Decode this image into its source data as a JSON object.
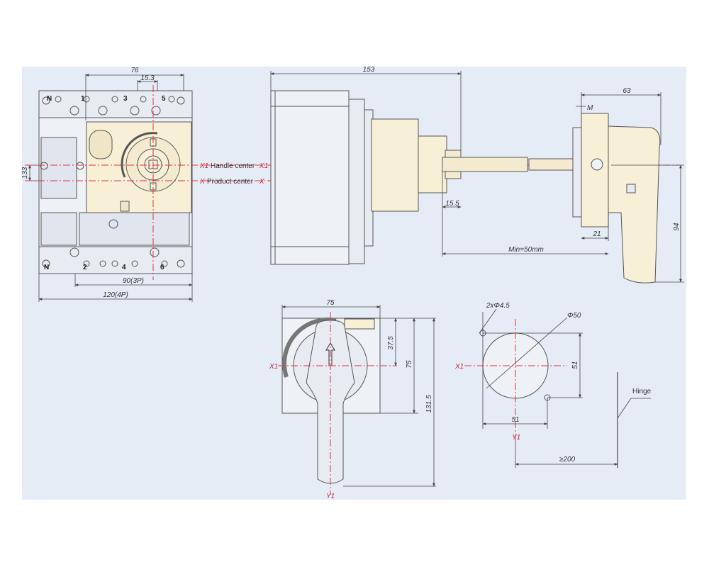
{
  "colors": {
    "background_panel": "#e6ecf6",
    "body_fill": "#f8f0d6",
    "line": "#555555",
    "centerline": "#dd3344",
    "dimension": "#444444"
  },
  "front_view": {
    "dim_top": "76",
    "dim_small": "15.3",
    "dim_left": "133",
    "dim_3p": "90(3P)",
    "dim_4p": "120(4P)",
    "pole_top": [
      "N",
      "1",
      "3",
      "5"
    ],
    "pole_bottom": [
      "N",
      "2",
      "4",
      "6"
    ],
    "handle_center_mark": "X1",
    "handle_center_label": "Handle center",
    "handle_center_mark_right": "X1",
    "product_center_mark": "X",
    "product_center_label": "Product center",
    "product_center_mark_right": "X"
  },
  "side_view": {
    "dim_overall": "153",
    "dim_shaft": "15.5",
    "dim_min": "Min=50mm",
    "dim_handle_width": "63",
    "dim_m": "M",
    "dim_21": "21",
    "dim_height": "94"
  },
  "handle_view": {
    "dim_width": "75",
    "dim_half": "37.5",
    "dim_height": "75",
    "dim_total": "131.5",
    "mark_x": "X1",
    "mark_y": "Y1"
  },
  "cutout_view": {
    "dim_holes": "2xΦ4.5",
    "dim_dia": "Φ50",
    "dim_v": "51",
    "dim_h": "51",
    "mark_x": "X1",
    "mark_y": "Y1",
    "hinge_label": "Hinge",
    "dim_min_distance": "≥200"
  }
}
